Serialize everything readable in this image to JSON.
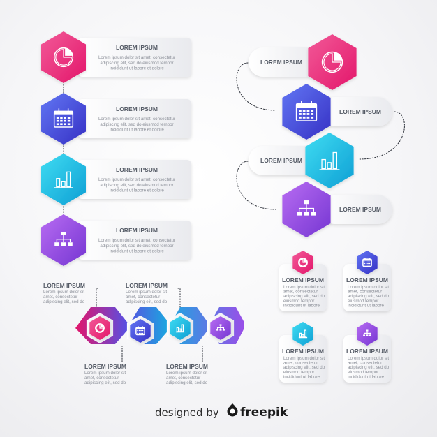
{
  "colors": {
    "pink": [
      "#f04a8c",
      "#e81c6e"
    ],
    "blue": [
      "#5b6cf0",
      "#3a36c9"
    ],
    "cyan": [
      "#35d6f0",
      "#12a8d8"
    ],
    "purple": [
      "#b064f0",
      "#7a3bd6"
    ],
    "card": "#f3f4f7",
    "dots": "#2b2f38"
  },
  "vertical_list": {
    "items": [
      {
        "icon": "pie-chart-icon",
        "color": "pink",
        "title": "LOREM IPSUM",
        "lines": [
          "Lorem ipsum dolor sit amet, consectetur",
          "adipiscing elit, sed do eiusmod tempor",
          "incididunt ut labore et dolore"
        ]
      },
      {
        "icon": "calendar-icon",
        "color": "blue",
        "title": "LOREM IPSUM",
        "lines": [
          "Lorem ipsum dolor sit amet, consectetur",
          "adipiscing elit, sed do eiusmod tempor",
          "incididunt ut labore et dolore"
        ]
      },
      {
        "icon": "bar-chart-icon",
        "color": "cyan",
        "title": "LOREM IPSUM",
        "lines": [
          "Lorem ipsum dolor sit amet, consectetur",
          "adipiscing elit, sed do eiusmod tempor",
          "incididunt ut labore et dolore"
        ]
      },
      {
        "icon": "hierarchy-icon",
        "color": "purple",
        "title": "LOREM IPSUM",
        "lines": [
          "Lorem ipsum dolor sit amet, consectetur",
          "adipiscing elit, sed do eiusmod tempor",
          "incididunt ut labore et dolore"
        ]
      }
    ]
  },
  "zigzag": {
    "items": [
      {
        "icon": "pie-chart-icon",
        "color": "pink",
        "label": "LOREM IPSUM"
      },
      {
        "icon": "calendar-icon",
        "color": "blue",
        "label": "LOREM IPSUM"
      },
      {
        "icon": "bar-chart-icon",
        "color": "cyan",
        "label": "LOREM IPSUM"
      },
      {
        "icon": "hierarchy-icon",
        "color": "purple",
        "label": "LOREM IPSUM"
      }
    ]
  },
  "horizontal": {
    "items": [
      {
        "icon": "pie-chart-icon",
        "color": "pink",
        "title": "LOREM IPSUM",
        "lines": [
          "Lorem ipsum dolor sit",
          "amet, consectetur",
          "adipiscing elit, sed do"
        ]
      },
      {
        "icon": "calendar-icon",
        "color": "blue",
        "title": "LOREM IPSUM",
        "lines": [
          "Lorem ipsum dolor sit",
          "amet, consectetur",
          "adipiscing elit, sed do"
        ]
      },
      {
        "icon": "bar-chart-icon",
        "color": "cyan",
        "title": "LOREM IPSUM",
        "lines": [
          "Lorem ipsum dolor sit",
          "amet, consectetur",
          "adipiscing elit, sed do"
        ]
      },
      {
        "icon": "hierarchy-icon",
        "color": "purple",
        "title": "LOREM IPSUM",
        "lines": [
          "Lorem ipsum dolor sit",
          "amet, consectetur",
          "adipiscing elit, sed do"
        ]
      }
    ]
  },
  "cards": {
    "items": [
      {
        "icon": "pie-chart-icon",
        "color": "pink",
        "title": "LOREM IPSUM",
        "lines": [
          "Lorem ipsum dolor sit",
          "amet, consectetur",
          "adipiscing elit, sed do",
          "eiusmod tempor",
          "incididunt ut labore"
        ]
      },
      {
        "icon": "calendar-icon",
        "color": "blue",
        "title": "LOREM IPSUM",
        "lines": [
          "Lorem ipsum dolor sit",
          "amet, consectetur",
          "adipiscing elit, sed do",
          "eiusmod tempor",
          "incididunt ut labore"
        ]
      },
      {
        "icon": "bar-chart-icon",
        "color": "cyan",
        "title": "LOREM IPSUM",
        "lines": [
          "Lorem ipsum dolor sit",
          "amet, consectetur",
          "adipiscing elit, sed do",
          "eiusmod tempor",
          "incididunt ut labore"
        ]
      },
      {
        "icon": "hierarchy-icon",
        "color": "purple",
        "title": "LOREM IPSUM",
        "lines": [
          "Lorem ipsum dolor sit",
          "amet, consectetur",
          "adipiscing elit, sed do",
          "eiusmod tempor",
          "incididunt ut labore"
        ]
      }
    ]
  },
  "credit": {
    "prefix": "designed by",
    "brand": "freepik"
  }
}
